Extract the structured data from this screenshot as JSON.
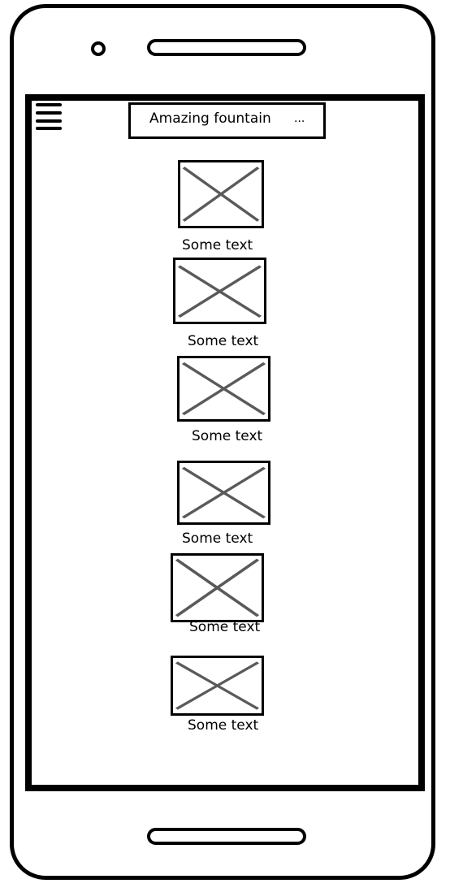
{
  "header": {
    "menu_icon": "hamburger-menu-icon",
    "title": "Amazing fountain",
    "title_suffix": "..."
  },
  "items": [
    {
      "label": "Some text",
      "image_icon": "image-placeholder-icon"
    },
    {
      "label": "Some text",
      "image_icon": "image-placeholder-icon"
    },
    {
      "label": "Some text",
      "image_icon": "image-placeholder-icon"
    },
    {
      "label": "Some text",
      "image_icon": "image-placeholder-icon"
    },
    {
      "label": "Some text",
      "image_icon": "image-placeholder-icon"
    },
    {
      "label": "Some text",
      "image_icon": "image-placeholder-icon"
    }
  ],
  "colors": {
    "outline": "#000000",
    "placeholder_cross": "#5a5a5a",
    "background": "#ffffff"
  }
}
